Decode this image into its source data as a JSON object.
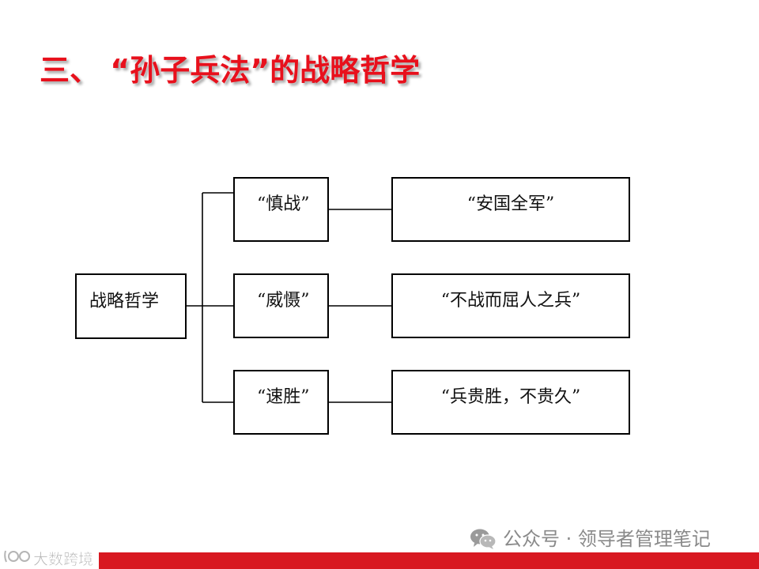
{
  "title": "三、 “孙子兵法”的战略哲学",
  "diagram": {
    "root": "战略哲学",
    "branches": [
      {
        "concept": "“慎战”",
        "principle": "“安国全军”"
      },
      {
        "concept": "“威慑”",
        "principle": "“不战而屈人之兵”"
      },
      {
        "concept": "“速胜”",
        "principle": "“兵贵胜，不贵久”"
      }
    ]
  },
  "watermark": {
    "icon": "wechat-icon",
    "text": "公众号 · 领导者管理笔记"
  },
  "footer": {
    "logo_text": "大数跨境",
    "bar_color": "#d81820"
  },
  "colors": {
    "title": "#e8101c",
    "lines": "#000000"
  }
}
